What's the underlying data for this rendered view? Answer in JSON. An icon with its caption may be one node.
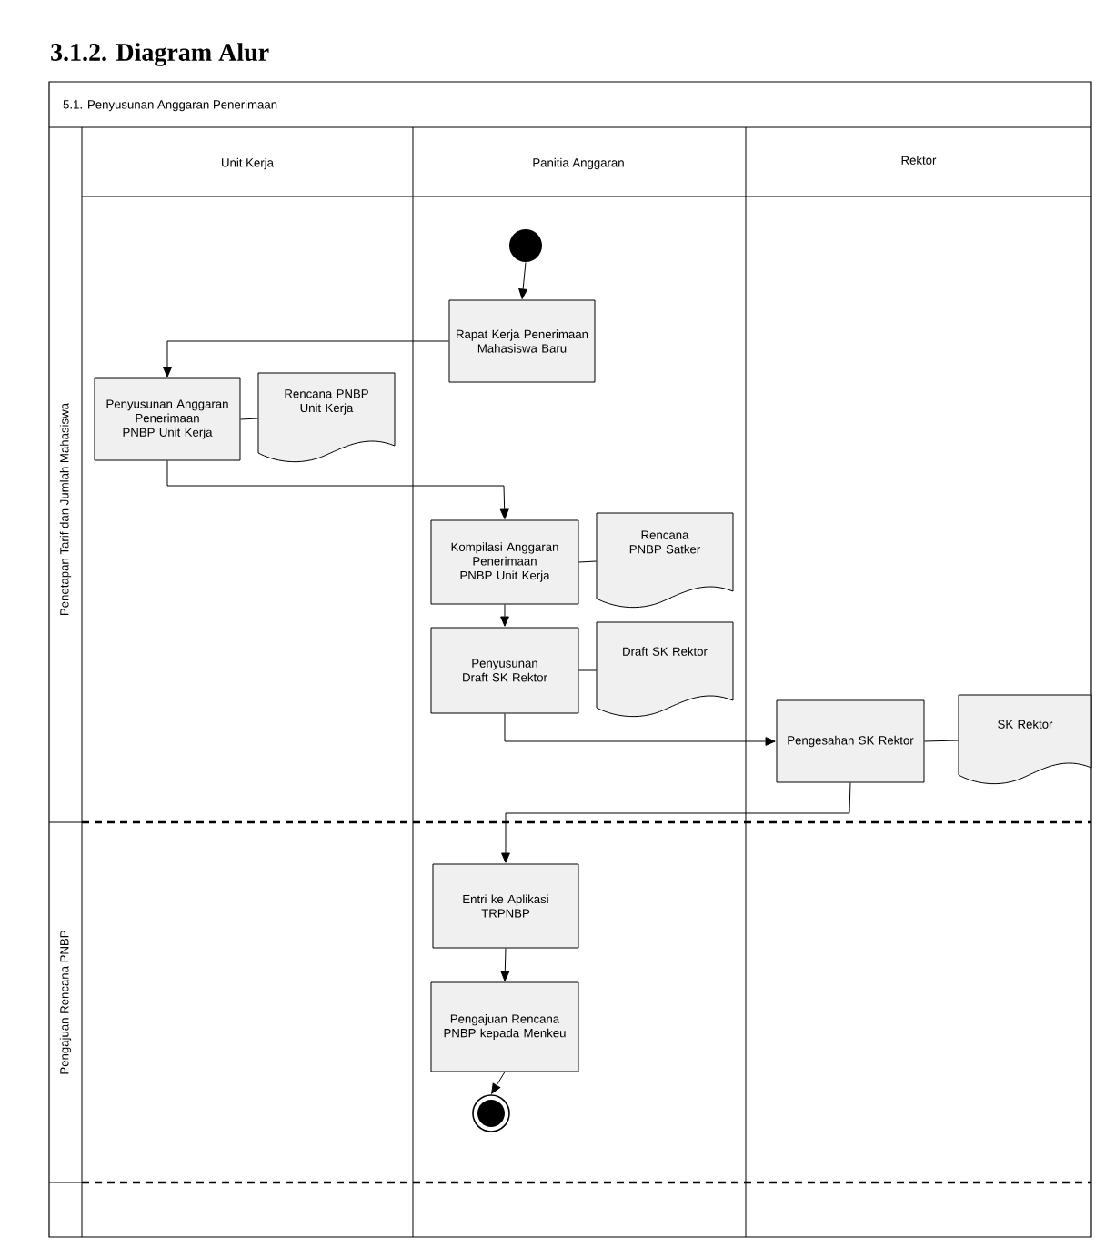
{
  "diagram": {
    "title": "3.1.2. Diagram Alur",
    "nodes": [
      {
        "text": [],
        "shape": "circle"
      },
      {
        "text": [
          "Rapat Kerja Penerimaan Mahasiswa Baru"
        ]
      },
      {
        "text": [
          "Penyusunan Anggaran Penerimaan PNBP Unit Kerja"
        ]
      },
      {
        "text": [
          "Rencana PNBP Unit Kerja"
        ]
      },
      {
        "text": [
          "Kompilasi Anggaran Penerimaan PNBP Unit Kerja"
        ]
      },
      {
        "text": [
          "Rencana PNBP Satker"
        ]
      },
      {
        "text": [
          "Penyusunan Draft SK Rektor"
        ]
      },
      {
        "text": [
          "Draft SK Rektor"
        ]
      },
      {
        "text": [
          "Pengesahan SK Rektor"
        ]
      },
      {
        "text": [
          "SK Rektor"
        ]
      },
      {
        "text": [
          "Entri ke Aplikasi TRPNBP"
        ]
      },
      {
        "text": [
          "Pengajuan Rencana PNBP kepada Menkeu"
        ]
      },
      {
        "text": [],
        "shape": "circle"
      }
    ],
    "edges": [
      {
        "from": 0,
        "to": 1,
        "arrow": "to"
      },
      {
        "from": 1,
        "to": 2,
        "arrow": "to"
      },
      {
        "from": 2,
        "to": 3,
        "arrow": "none"
      },
      {
        "from": 2,
        "to": 4,
        "arrow": "to"
      },
      {
        "from": 4,
        "to": 5,
        "arrow": "none"
      },
      {
        "from": 4,
        "to": 6,
        "arrow": "to"
      },
      {
        "from": 6,
        "to": 7,
        "arrow": "none"
      },
      {
        "from": 6,
        "to": 8,
        "arrow": "to"
      },
      {
        "from": 8,
        "to": 9,
        "arrow": "none"
      },
      {
        "from": 8,
        "to": 10,
        "arrow": "to"
      },
      {
        "from": 10,
        "to": 11,
        "arrow": "to"
      },
      {
        "from": 11,
        "to": 12,
        "arrow": "to"
      }
    ],
    "labels": [
      "5.1. Penyusunan Anggaran Penerimaan",
      "Unit Kerja",
      "Panitia Anggaran",
      "Rektor",
      "Penetapan Tarif dan Jumlah Mahasiswa",
      "Pengajuan Rencana PNBP"
    ]
  }
}
